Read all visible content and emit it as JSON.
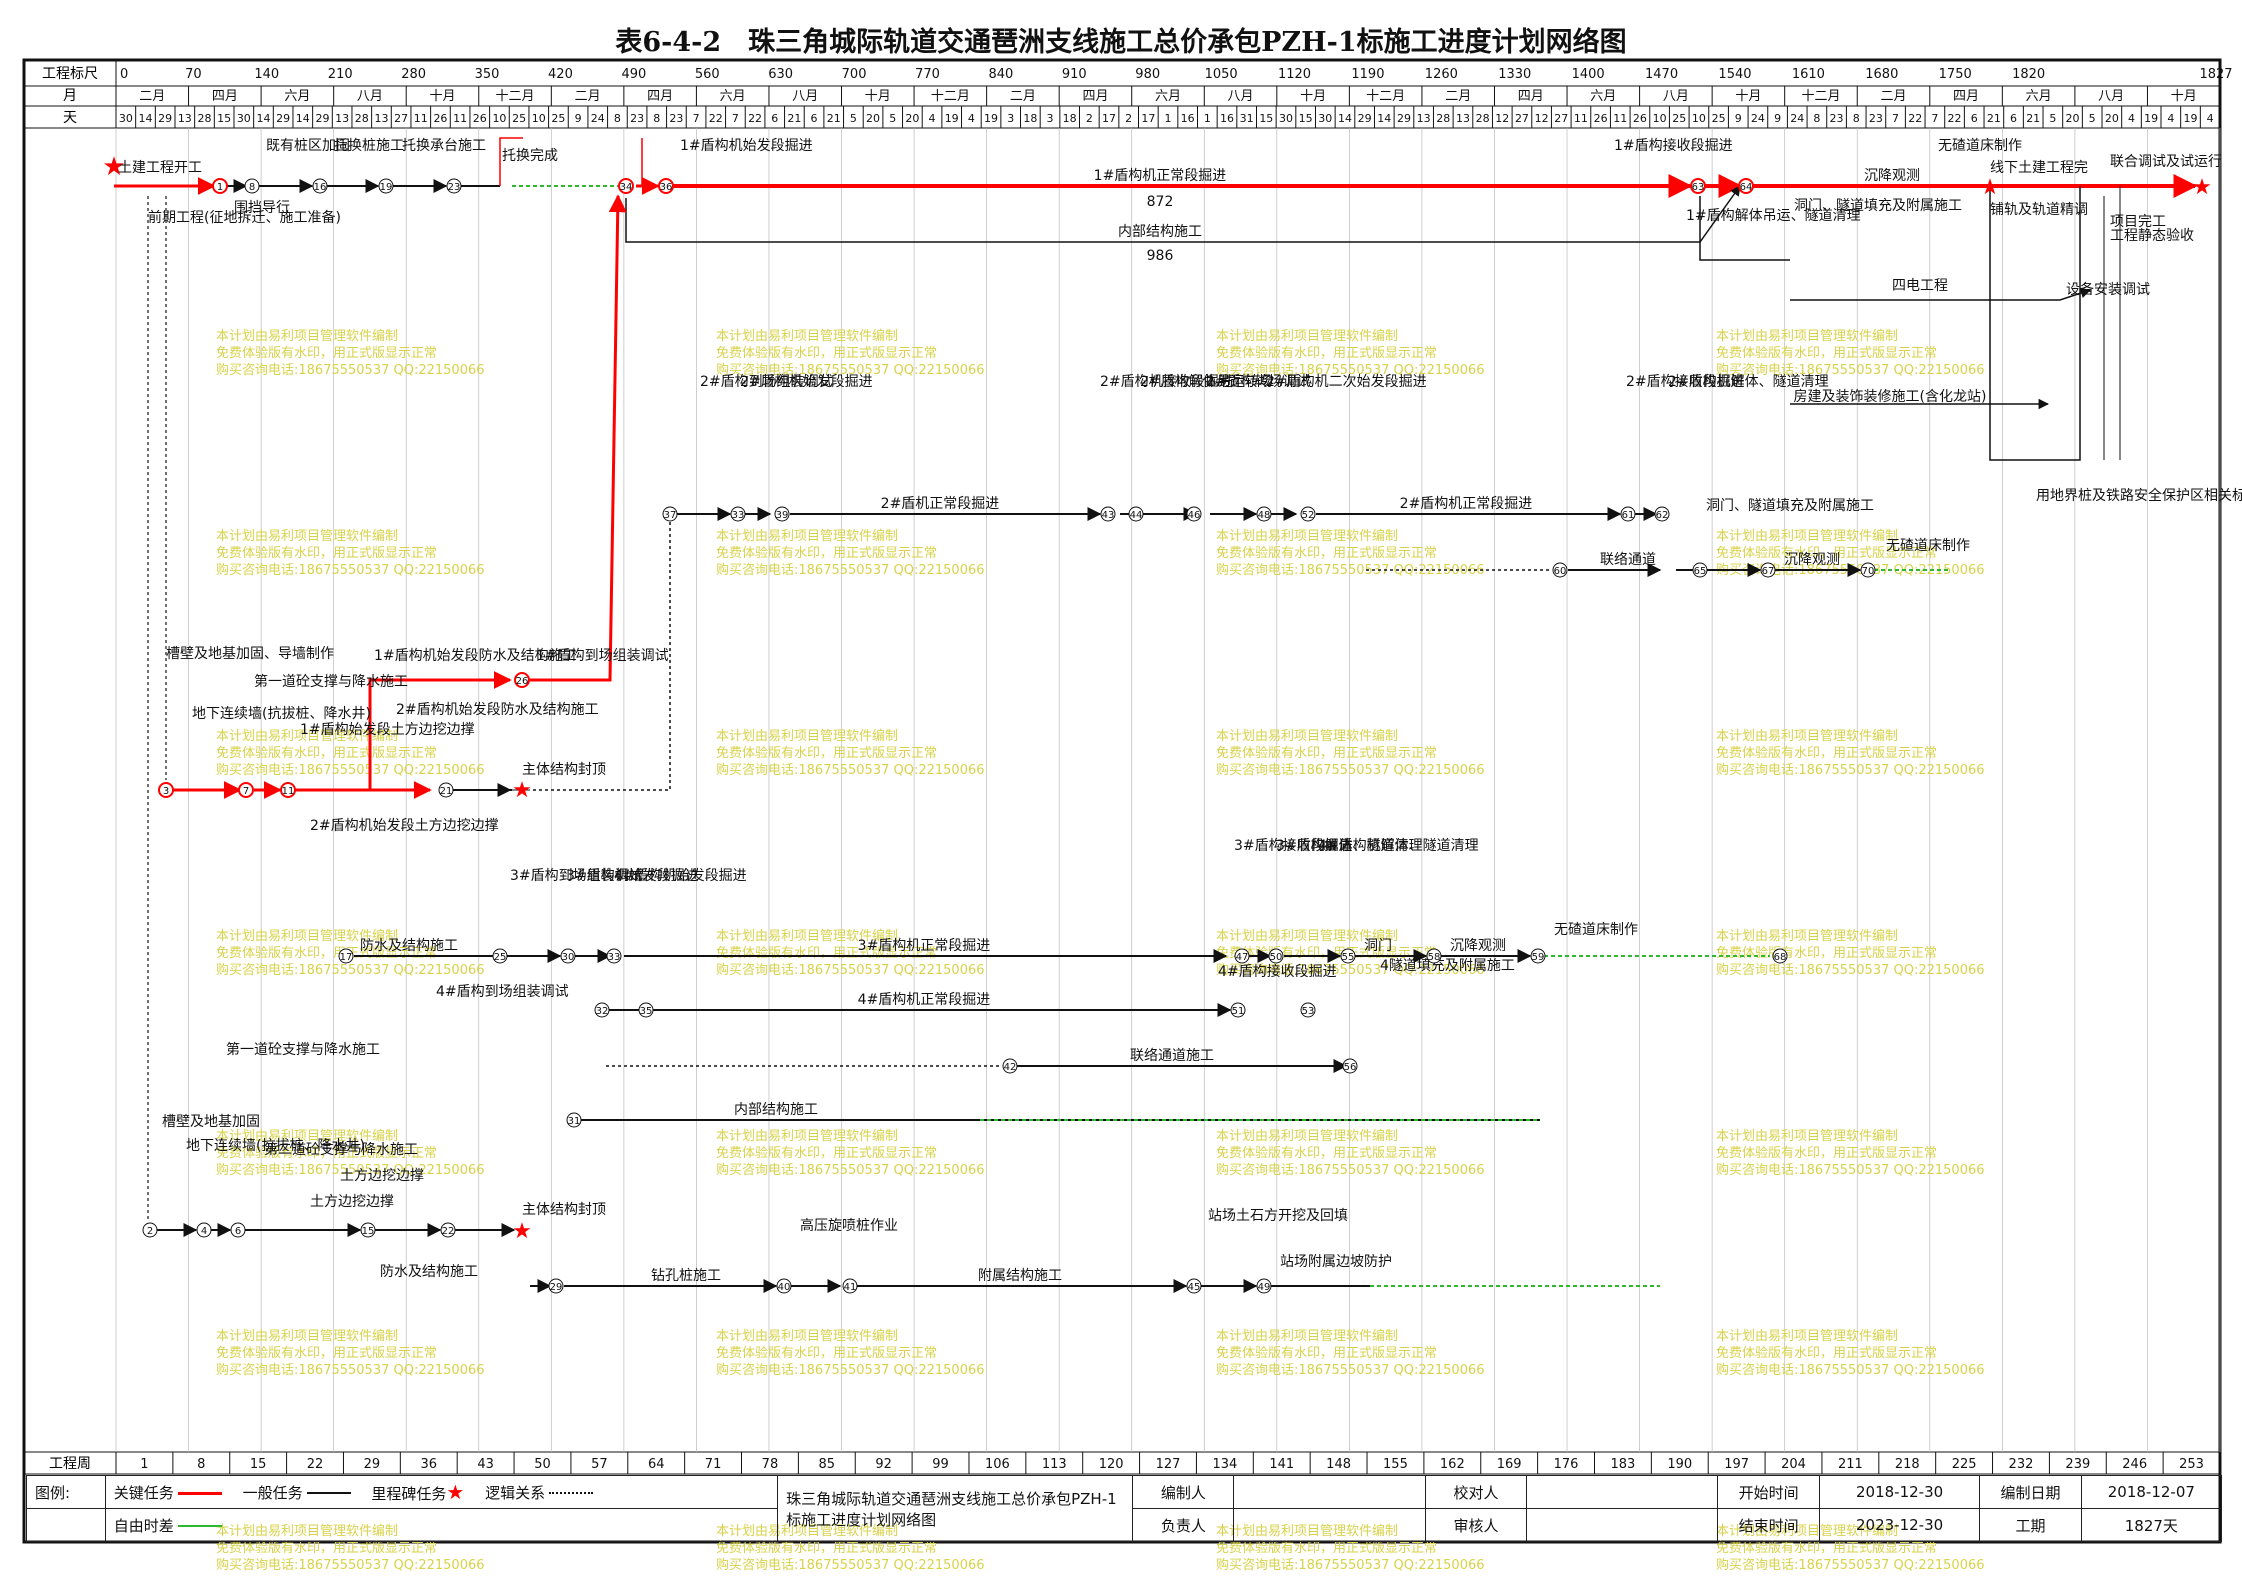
{
  "title": "表6-4-2　珠三角城际轨道交通琶洲支线施工总价承包PZH-1标施工进度计划网络图",
  "colors": {
    "critical": "#ff0000",
    "normal": "#111111",
    "free": "#2db82d",
    "watermark": "#d8d24a",
    "milestone": "#ff0000"
  },
  "header": {
    "row_labels": {
      "scale": "工程标尺",
      "month": "月",
      "day": "天",
      "week": "工程周"
    },
    "scale_ticks": [
      "0",
      "70",
      "140",
      "210",
      "280",
      "350",
      "420",
      "490",
      "560",
      "630",
      "700",
      "770",
      "840",
      "910",
      "980",
      "1050",
      "1120",
      "1190",
      "1260",
      "1330",
      "1400",
      "1470",
      "1540",
      "1610",
      "1680",
      "1750",
      "1820",
      "1827"
    ],
    "months": [
      "二月",
      "四月",
      "六月",
      "八月",
      "十月",
      "十二月",
      "二月",
      "四月",
      "六月",
      "八月",
      "十月",
      "十二月",
      "二月",
      "四月",
      "六月",
      "八月",
      "十月",
      "十二月",
      "二月",
      "四月",
      "六月",
      "八月",
      "十月",
      "十二月",
      "二月",
      "四月",
      "六月",
      "八月",
      "十月"
    ],
    "day_ticks": [
      "30",
      "14",
      "29",
      "13",
      "28",
      "15",
      "30",
      "14",
      "29",
      "14",
      "29",
      "13",
      "28",
      "13",
      "27",
      "11",
      "26",
      "11",
      "26",
      "10",
      "25",
      "10",
      "25",
      "9",
      "24",
      "8",
      "23",
      "8",
      "23",
      "7",
      "22",
      "7",
      "22",
      "6",
      "21",
      "6",
      "21",
      "5",
      "20",
      "5",
      "20",
      "4",
      "19",
      "4",
      "19",
      "3",
      "18",
      "3",
      "18",
      "2",
      "17",
      "2",
      "17",
      "1",
      "16",
      "1",
      "16",
      "31",
      "15",
      "30",
      "15",
      "30",
      "14",
      "29",
      "14",
      "29",
      "13",
      "28",
      "13",
      "28",
      "12",
      "27",
      "12",
      "27",
      "11",
      "26",
      "11",
      "26",
      "10",
      "25",
      "10",
      "25",
      "9",
      "24",
      "9",
      "24",
      "8",
      "23",
      "8",
      "23",
      "7",
      "22",
      "7",
      "22",
      "6",
      "21",
      "6",
      "21",
      "5",
      "20",
      "5",
      "20",
      "4",
      "19",
      "4",
      "19",
      "4"
    ],
    "week_ticks": [
      "1",
      "8",
      "15",
      "22",
      "29",
      "36",
      "43",
      "50",
      "57",
      "64",
      "71",
      "78",
      "85",
      "92",
      "99",
      "106",
      "113",
      "120",
      "127",
      "134",
      "141",
      "148",
      "155",
      "162",
      "169",
      "176",
      "183",
      "190",
      "197",
      "204",
      "211",
      "218",
      "225",
      "232",
      "239",
      "246",
      "253"
    ]
  },
  "labels": {
    "start": "土建工程开工",
    "prelim": "前期工程(征地拆迁、施工准备)",
    "fence": "围挡导行",
    "pile": "既有桩区加固",
    "pull_pile": "托换桩施工",
    "cap": "托换承台施工",
    "transfer_done": "托换完成",
    "m1_launch": "1#盾构机始发段掘进",
    "m1_normal": "1#盾构机正常段掘进",
    "m1_normal_dur": "872",
    "inner1": "内部结构施工",
    "inner1_dur": "986",
    "m1_receive": "1#盾构接收段掘进",
    "m1_dismantle": "1#盾构解体吊运、隧道清理",
    "portal1": "洞门、隧道填充及附属施工",
    "settle1": "沉降观测",
    "ballastless1": "无碴道床制作",
    "civil_done": "线下土建工程完",
    "joint_test": "联合调试及试运行",
    "project_done": "项目完工",
    "rail_fine": "铺轨及轨道精调",
    "equip_install": "设备安装调试",
    "static_accept": "工程静态验收",
    "four_elec": "四电工程",
    "building": "房建及装饰装修施工(含化龙站)",
    "land_protect": "用地界桩及铁路安全保护区相关标识",
    "m2_assemble": "2#盾构到场组装调试",
    "m2_launch": "2#盾构机始发段掘进",
    "m2_normal": "2#盾机正常段掘进",
    "m2_receive": "2#盾构机接收段掘进",
    "m2_lift": "2#盾构解体吊运转场",
    "m2_transfer": "2#盾构转场调试",
    "m2_second": "2#盾构机二次始发段掘进",
    "m2_normal2": "2#盾构机正常段掘进",
    "m2_receive2": "2#盾构接收段掘进",
    "m2_dismantle": "2#盾构机解体、隧道清理",
    "conn": "联络通道",
    "portal2": "洞门、隧道填充及附属施工",
    "settle2": "沉降观测",
    "ballastless2": "无碴道床制作",
    "trench": "槽壁及地基加固、导墙制作",
    "dwall": "地下连续墙(抗拔桩、降水井)",
    "strut1": "第一道砼支撑与降水施工",
    "dig1": "1#盾构始发段土方边挖边撑",
    "dig2": "2#盾构机始发段土方边挖边撑",
    "waterproof1": "1#盾构机始发段防水及结构施工",
    "waterproof2": "2#盾构机始发段防水及结构施工",
    "m1_assemble": "1#盾构到场组装调试",
    "seal1": "主体结构封顶",
    "m3_assemble": "3#盾构到场组装调试",
    "m3_launch": "3#盾构机始发段掘进",
    "m4_launch": "4#盾构机始发段掘进",
    "m4_assemble": "4#盾构到场组装调试",
    "waterproof3": "防水及结构施工",
    "m3_normal": "3#盾构机正常段掘进",
    "m4_normal": "4#盾构机正常段掘进",
    "m3_receive": "3#盾构接收段掘进",
    "m3_dismantle": "3#盾构解体、隧道清理",
    "m4_dismantle": "4#盾构机解体、隧道清理",
    "m4_receive": "4#盾构接收段掘进",
    "portal3": "洞门",
    "portal4": "4隧道填充及附属施工",
    "settle3": "沉降观测",
    "ballastless3": "无碴道床制作",
    "conn_build": "联络通道施工",
    "inner2": "内部结构施工",
    "trench2": "槽壁及地基加固",
    "dwall2": "地下连续墙(抗拔桩、降水井)",
    "strut2": "第一道砼支撑与降水施工",
    "strut3": "第二道砼支撑与降水施工",
    "earth2": "土方边挖边撑",
    "earth3": "土方边挖边撑",
    "waterproof4": "防水及结构施工",
    "seal2": "主体结构封顶",
    "bored": "钻孔桩施工",
    "jet": "高压旋喷桩作业",
    "aux": "附属结构施工",
    "station_earth": "站场土石方开挖及回填",
    "station_slope": "站场附属边坡防护"
  },
  "watermark": [
    "本计划由易利项目管理软件编制",
    "免费体验版有水印，用正式版显示正常",
    "购买咨询电话:18675550537 QQ:22150066"
  ],
  "legend": {
    "label": "图例:",
    "critical": "关键任务",
    "normal": "一般任务",
    "milestone": "里程碑任务",
    "logic": "逻辑关系",
    "free_float": "自由时差",
    "table_title": "珠三角城际轨道交通琶洲支线施工总价承包PZH-1标施工进度计划网络图",
    "prepared_by": "编制人",
    "checked_by": "校对人",
    "responsible": "负责人",
    "reviewed_by": "审核人",
    "start_time_label": "开始时间",
    "start_time": "2018-12-30",
    "end_time_label": "结束时间",
    "end_time": "2023-12-30",
    "prepared_date_label": "编制日期",
    "prepared_date": "2018-12-07",
    "duration_label": "工期",
    "duration": "1827天"
  }
}
